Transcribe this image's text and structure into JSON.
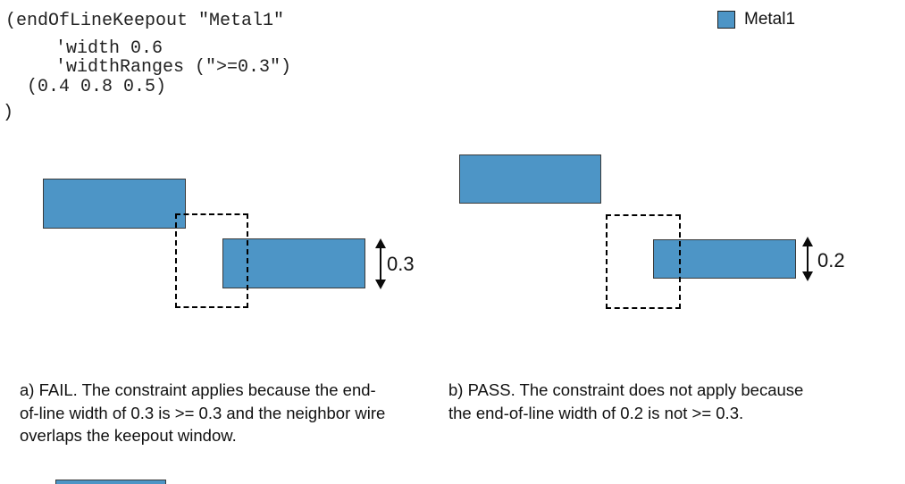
{
  "code": {
    "lines": [
      "(endOfLineKeepout \"Metal1\"",
      "'width 0.6",
      "'widthRanges (\">=0.3\")",
      "(0.4 0.8 0.5)",
      ")"
    ]
  },
  "legend": {
    "label": "Metal1",
    "swatch_color": "#4D95C6"
  },
  "figures": {
    "a": {
      "dim_label": "0.3",
      "caption_lines": [
        "a) FAIL. The constraint applies because the end-",
        "of-line width of 0.3 is >= 0.3 and the neighbor wire",
        "overlaps the keepout window."
      ]
    },
    "b": {
      "dim_label": "0.2",
      "caption_lines": [
        "b) PASS. The constraint does not apply because",
        "the end-of-line width of 0.2 is not >= 0.3."
      ]
    }
  },
  "colors": {
    "metal_fill": "#4D95C6",
    "rect_border": "#3a3a3a",
    "keepout_dash": "#000000",
    "text": "#111111"
  }
}
